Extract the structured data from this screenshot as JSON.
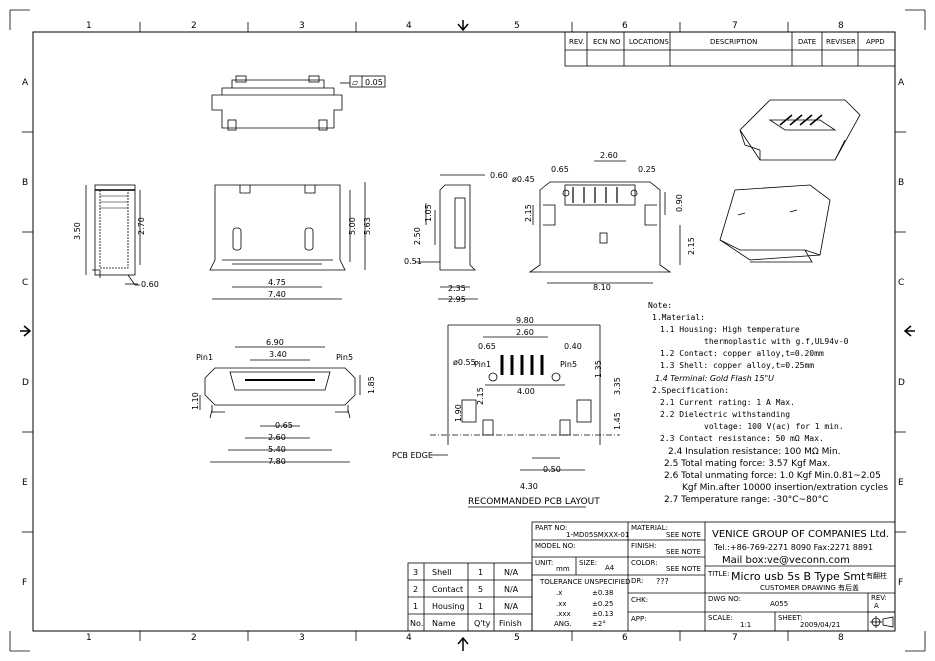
{
  "border": {
    "columns": [
      "1",
      "2",
      "3",
      "4",
      "5",
      "6",
      "7",
      "8"
    ],
    "rows": [
      "A",
      "B",
      "C",
      "D",
      "E",
      "F"
    ]
  },
  "revision_table": {
    "headers": [
      "REV.",
      "ECN NO",
      "LOCATIONS",
      "DESCRIPTION",
      "DATE",
      "REVISER",
      "APPD"
    ]
  },
  "flatness": {
    "symbol": "▱",
    "value": "0.05"
  },
  "dims": {
    "d_2_70": "2.70",
    "d_3_50": "3.50",
    "d_0_60a": "0.60",
    "d_5_00": "5.00",
    "d_5_63": "5.63",
    "d_4_75": "4.75",
    "d_7_40": "7.40",
    "d_0_60b": "0.60",
    "d_2_50": "2.50",
    "d_1_05": "1.05",
    "d_0_51": "0.51",
    "d_2_35": "2.35",
    "d_2_95": "2.95",
    "d_0_45": "ø0.45",
    "d_0_65a": "0.65",
    "d_2_60a": "2.60",
    "d_0_25": "0.25",
    "d_2_15a": "2.15",
    "d_0_90": "0.90",
    "d_2_15b": "2.15",
    "d_8_10": "8.10",
    "d_6_90": "6.90",
    "d_3_40": "3.40",
    "d_1_85": "1.85",
    "d_1_10": "1.10",
    "d_0_65b": "0.65",
    "d_2_60b": "2.60",
    "d_5_40": "5.40",
    "d_7_80": "7.80",
    "d_9_80": "9.80",
    "d_2_60c": "2.60",
    "d_0_65c": "0.65",
    "d_0_40": "0.40",
    "d_0_55": "ø0.55",
    "d_4_00": "4.00",
    "d_1_35": "1.35",
    "d_3_35": "3.35",
    "d_1_90": "1.90",
    "d_2_15c": "2.15",
    "d_1_45": "1.45",
    "d_0_50": "0.50",
    "d_4_30": "4.30"
  },
  "labels": {
    "pin1_a": "Pin1",
    "pin5_a": "Pin5",
    "pin1_b": "Pin1",
    "pin5_b": "Pin5",
    "pcb_edge": "PCB EDGE",
    "pcb_layout_title": "RECOMMANDED PCB LAYOUT"
  },
  "notes": [
    "Note:",
    "1.Material:",
    "1.1 Housing: High temperature",
    "thermoplastic with g.f,UL94v-0",
    "1.2 Contact: copper alloy,t=0.20mm",
    "1.3 Shell: copper alloy,t=0.25mm",
    "1.4 Terminal: Gold Flash 15\"U",
    "2.Specification:",
    "2.1 Current rating: 1 A Max.",
    "2.2 Dielectric withstanding",
    "voltage: 100 V(ac) for 1 min.",
    "2.3 Contact resistance: 50 mΩ Max.",
    "2.4 Insulation resistance: 100 MΩ Min.",
    "2.5 Total mating force: 3.57 Kgf Max.",
    "2.6 Total unmating force: 1.0 Kgf Min.0.81~2.05",
    "Kgf Min.after 10000 insertion/extration cycles",
    "2.7 Temperature range: -30°C~80°C"
  ],
  "bom": {
    "headers": [
      "No.",
      "Name",
      "Q'ty",
      "Finish"
    ],
    "rows": [
      {
        "no": "3",
        "name": "Shell",
        "qty": "1",
        "finish": "N/A"
      },
      {
        "no": "2",
        "name": "Contact",
        "qty": "5",
        "finish": "N/A"
      },
      {
        "no": "1",
        "name": "Housing",
        "qty": "1",
        "finish": "N/A"
      }
    ]
  },
  "title_block": {
    "part_no_label": "PART NO:",
    "part_no": "1-MD05SMXXX-01",
    "model_no_label": "MODEL NO:",
    "unit_label": "UNIT:",
    "unit": "mm",
    "size_label": "SIZE:",
    "size": "A4",
    "tolerance_label": "TOLERANCE UNSPECIFIED",
    "tol_rows": [
      {
        "k": ".x",
        "v": "±0.38"
      },
      {
        "k": ".xx",
        "v": "±0.25"
      },
      {
        "k": ".xxx",
        "v": "±0.13"
      },
      {
        "k": "ANG.",
        "v": "±2°"
      }
    ],
    "material_label": "MATERIAL:",
    "material": "SEE NOTE",
    "finish_label": "FINISH:",
    "finish": "SEE NOTE",
    "color_label": "COLOR:",
    "color": "SEE NOTE",
    "dr_label": "DR:",
    "dr": "???",
    "chk_label": "CHK:",
    "app_label": "APP:",
    "company": "VENICE GROUP OF COMPANIES Ltd.",
    "tel": "Tel.:+86-769-2271 8090 Fax:2271 8891",
    "mail": "Mail box:ve@veconn.com",
    "title_label": "TITLE:",
    "title": "Micro usb 5s B Type Smt",
    "title_extra": "有翻柱",
    "customer_drawing": "CUSTOMER DRAWING 有后盖",
    "dwg_no_label": "DWG NO:",
    "dwg_no": "A055",
    "rev_label": "REV:",
    "rev": "A",
    "scale_label": "SCALE:",
    "scale": "1:1",
    "sheet_label": "SHEET:",
    "sheet_date": "2009/04/21"
  }
}
